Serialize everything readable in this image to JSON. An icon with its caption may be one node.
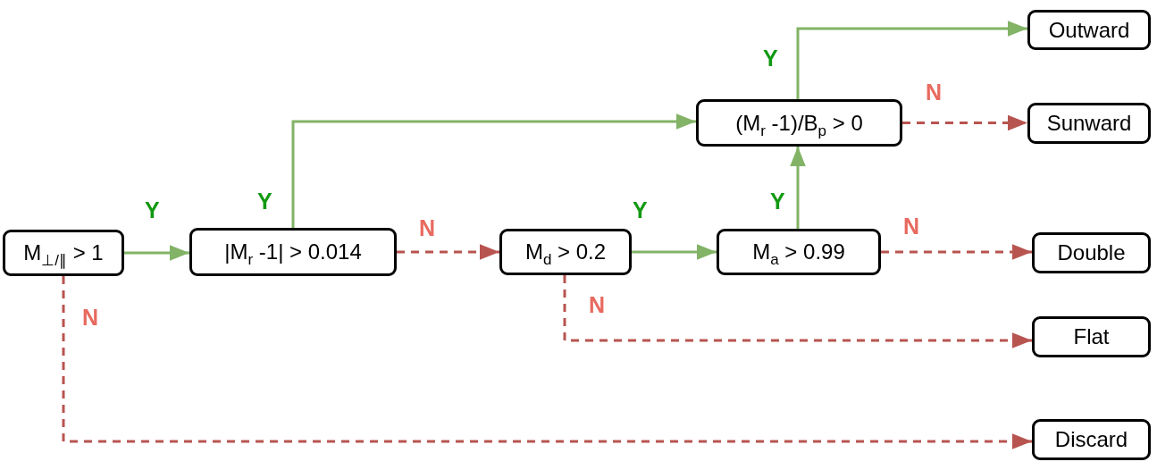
{
  "diagram": {
    "nodes": [
      {
        "text": [
          "M$_{⊥/∥}$ > 1"
        ]
      },
      {
        "text": [
          "|M$_{r}$ -1| > 0.014"
        ]
      },
      {
        "text": [
          "M$_{d}$ > 0.2"
        ]
      },
      {
        "text": [
          "M$_{a}$ > 0.99"
        ]
      },
      {
        "text": [
          "(M$_{r}$ -1)/B$_{p}$ > 0"
        ]
      },
      {
        "text": [
          "Outward"
        ]
      },
      {
        "text": [
          "Sunward"
        ]
      },
      {
        "text": [
          "Double"
        ]
      },
      {
        "text": [
          "Flat"
        ]
      },
      {
        "text": [
          "Discard"
        ]
      }
    ],
    "edges": [
      {
        "from": 0,
        "to": 1,
        "arrow": "to",
        "label": "Y"
      },
      {
        "from": 1,
        "to": 4,
        "arrow": "to",
        "label": "Y"
      },
      {
        "from": 1,
        "to": 2,
        "arrow": "to",
        "label": "N",
        "style": "dashed",
        "color": "#b85450"
      },
      {
        "from": 2,
        "to": 3,
        "arrow": "to",
        "label": "Y"
      },
      {
        "from": 3,
        "to": 4,
        "arrow": "to",
        "label": "Y"
      },
      {
        "from": 4,
        "to": 5,
        "arrow": "to",
        "label": "Y"
      },
      {
        "from": 4,
        "to": 6,
        "arrow": "to",
        "label": "N",
        "style": "dashed",
        "color": "#b85450"
      },
      {
        "from": 3,
        "to": 7,
        "arrow": "to",
        "label": "N",
        "style": "dashed",
        "color": "#b85450"
      },
      {
        "from": 2,
        "to": 8,
        "arrow": "to",
        "label": "N",
        "style": "dashed",
        "color": "#b85450"
      },
      {
        "from": 0,
        "to": 9,
        "arrow": "to",
        "label": "N",
        "style": "dashed",
        "color": "#b85450"
      }
    ]
  }
}
